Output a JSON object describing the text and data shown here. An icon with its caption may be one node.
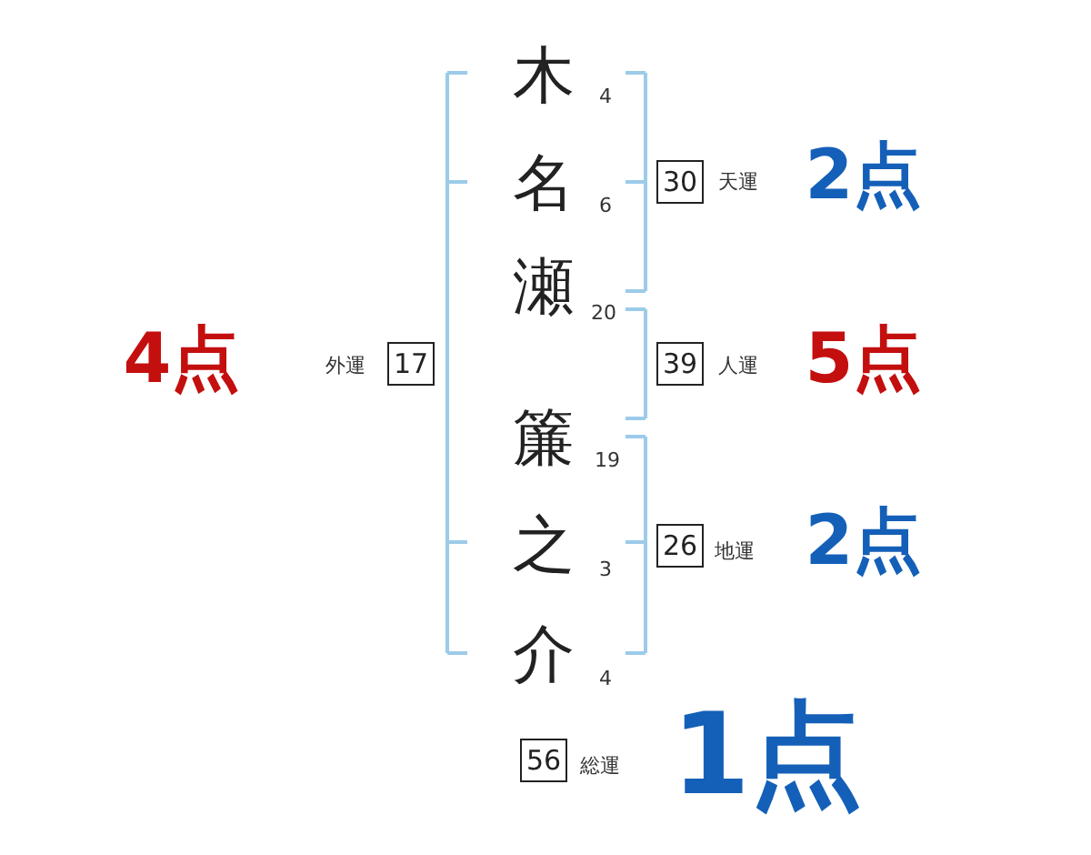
{
  "diagram": {
    "nodes": [
      {
        "text": [
          "30"
        ],
        "beside": [
          "天運"
        ]
      },
      {
        "text": [
          "17"
        ],
        "beside": [
          "外運"
        ]
      },
      {
        "text": [
          "39"
        ],
        "beside": [
          "人運"
        ]
      },
      {
        "text": [
          "26"
        ],
        "beside": [
          "地運"
        ]
      },
      {
        "text": [
          "56"
        ],
        "beside": [
          "総運"
        ]
      }
    ],
    "labels": [
      "木",
      "4",
      "2点",
      "名",
      "6",
      "瀬",
      "20",
      "4点",
      "5点",
      "簾",
      "19",
      "之",
      "3",
      "2点",
      "介",
      "4",
      "1点"
    ]
  }
}
